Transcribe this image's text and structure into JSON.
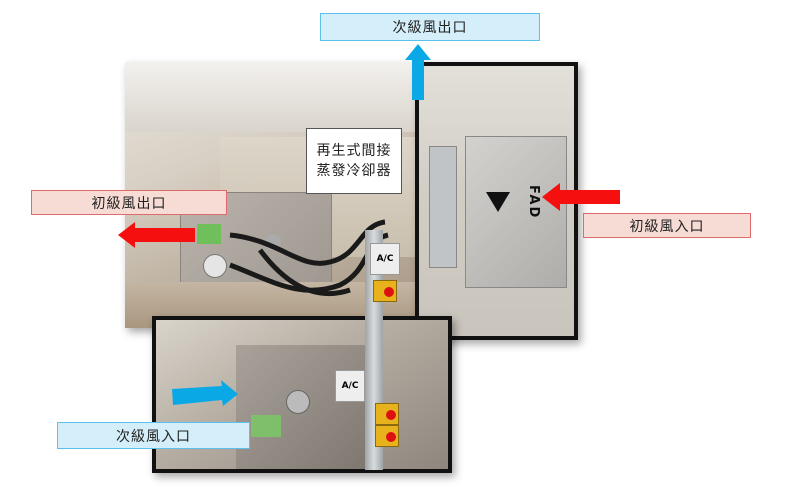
{
  "labels": {
    "secondary_air_outlet": "次級風出口",
    "unit_name_line1": "再生式間接",
    "unit_name_line2": "蒸發冷卻器",
    "primary_air_outlet": "初級風出口",
    "primary_air_inlet": "初級風入口",
    "secondary_air_inlet": "次級風入口"
  },
  "photo_text": {
    "fad": "FAD",
    "ac_box_1": "A/C",
    "ac_box_2": "A/C"
  },
  "colors": {
    "blue_arrow": "#0aa9e6",
    "red_arrow": "#f50f0f",
    "blue_label_bg": "#d4eefa",
    "red_label_bg": "#f6dcd5"
  }
}
